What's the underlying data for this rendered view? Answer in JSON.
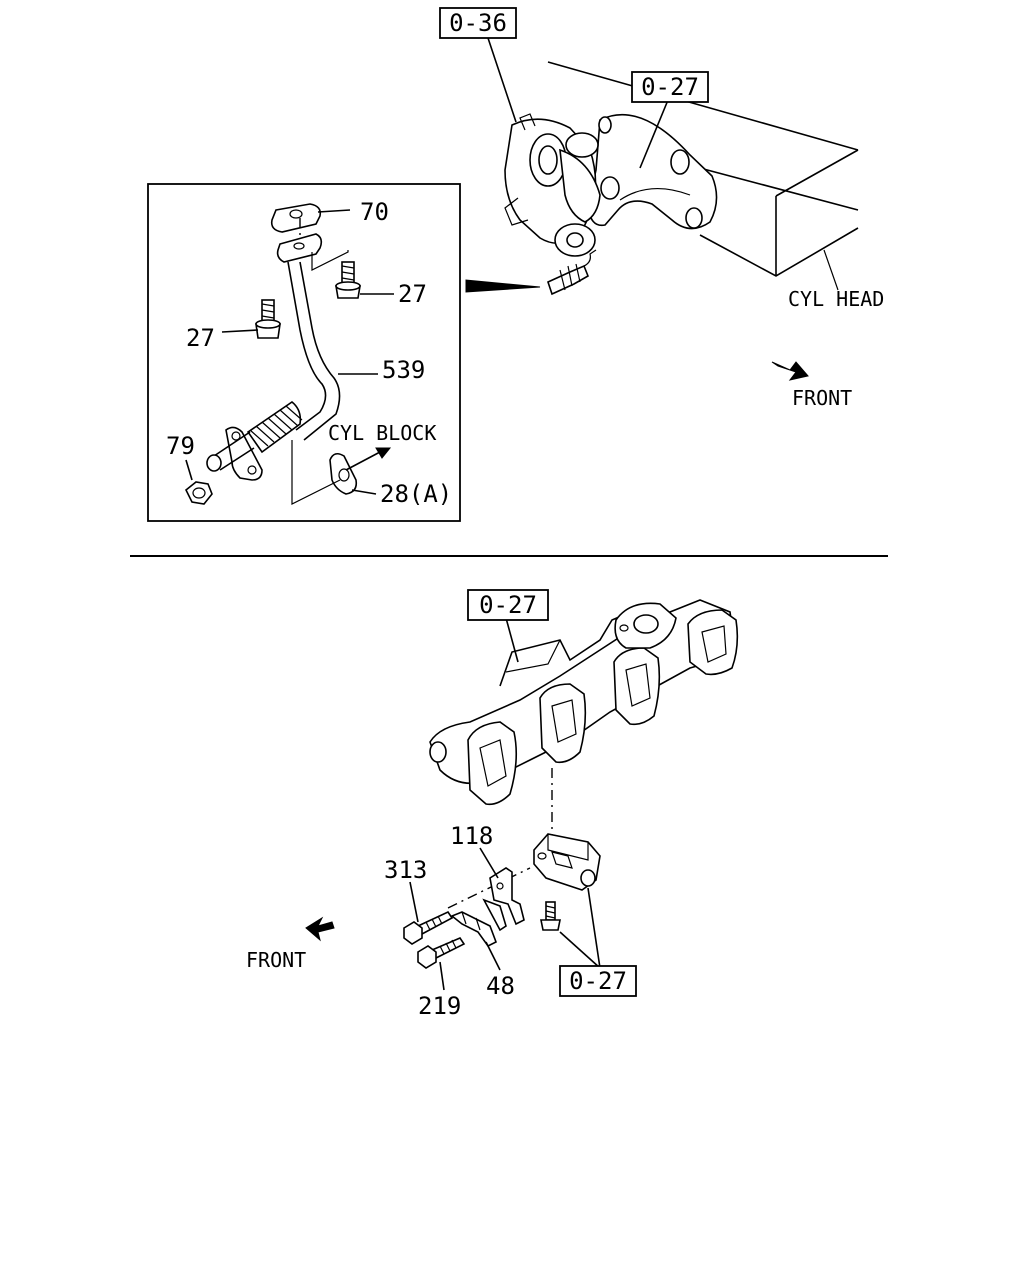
{
  "refs": {
    "top_ref_1": "0-36",
    "top_ref_2": "0-27",
    "bottom_ref_1": "0-27",
    "bottom_ref_2": "0-27"
  },
  "callouts": {
    "p70": "70",
    "p27_right": "27",
    "p27_left": "27",
    "p539": "539",
    "p79": "79",
    "p28a": "28(A)",
    "p118": "118",
    "p313": "313",
    "p219": "219",
    "p48": "48"
  },
  "texts": {
    "cyl_head": "CYL HEAD",
    "cyl_block": "CYL BLOCK",
    "front_top": "FRONT",
    "front_bottom": "FRONT"
  }
}
